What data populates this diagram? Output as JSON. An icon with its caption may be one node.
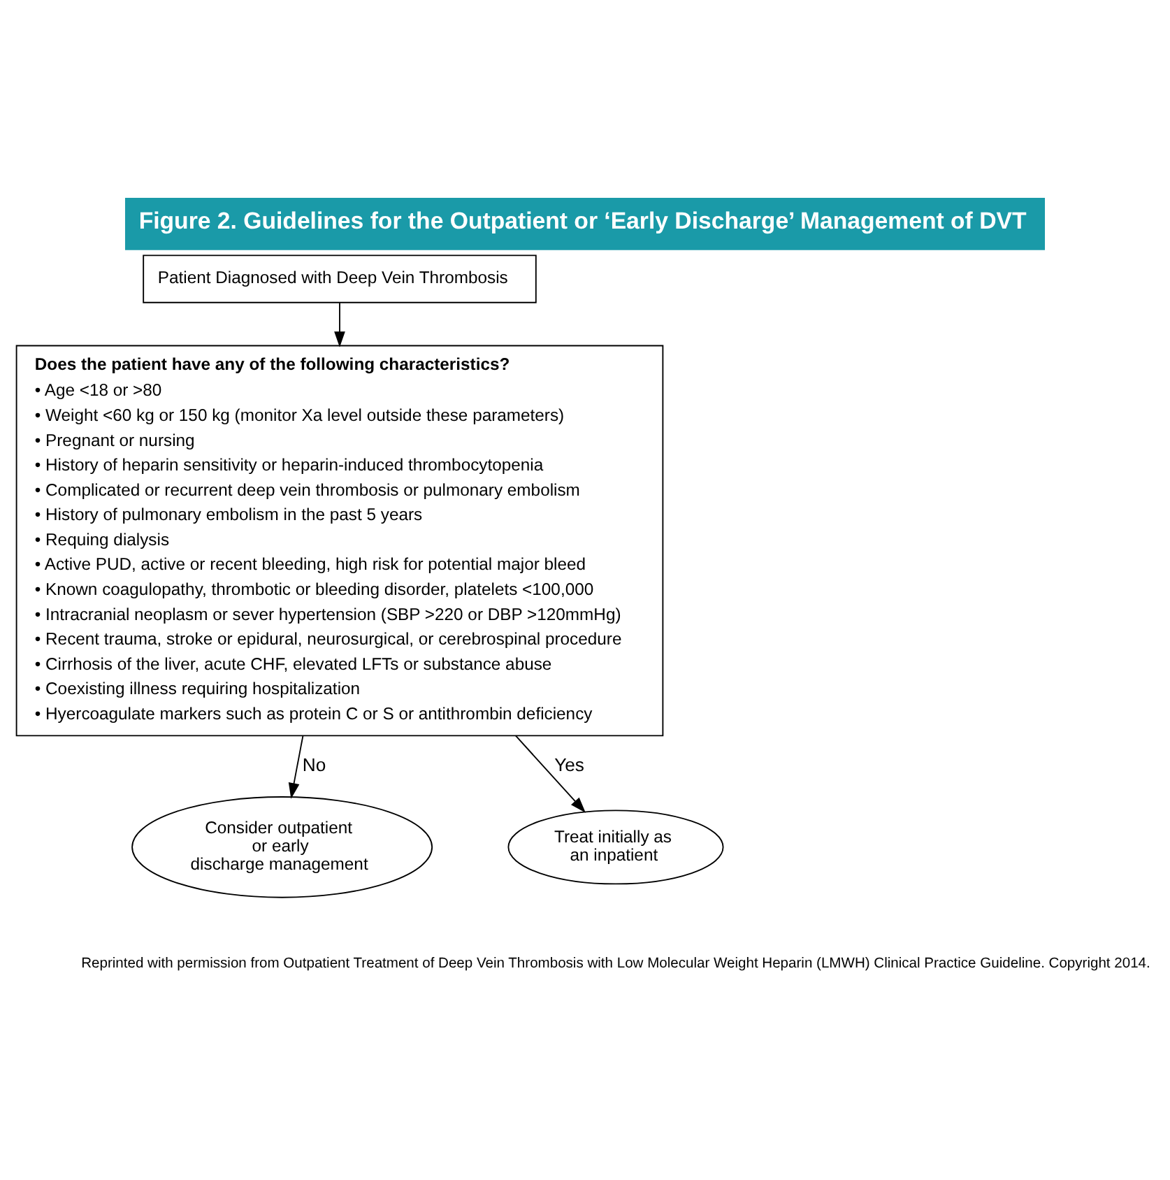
{
  "diagram": {
    "title": "Figure 2. Guidelines for the Outpatient or ‘Early Discharge’ Management of DVT",
    "caption": "Reprinted with permission from Outpatient Treatment of Deep Vein Thrombosis with Low Molecular Weight Heparin (LMWH) Clinical Practice Guideline. Copyright 2014.",
    "nodes": [
      {
        "text": [
          "Patient Diagnosed with Deep Vein Thrombosis"
        ]
      },
      {
        "text": [
          "Does the patient have any of the following characteristics?",
          "• Age <18 or >80",
          "• Weight <60 kg or 150 kg (monitor Xa level outside these parameters)",
          "• Pregnant or nursing",
          "• History of heparin sensitivity or heparin-induced thrombocytopenia",
          "• Complicated or recurrent deep vein thrombosis or pulmonary embolism",
          "• History of pulmonary embolism in the past 5 years",
          "• Requing dialysis",
          "• Active PUD, active or recent bleeding, high risk for potential major bleed",
          "• Known coagulopathy, thrombotic or bleeding disorder, platelets <100,000",
          "• Intracranial neoplasm or sever hypertension (SBP >220 or DBP >120mmHg)",
          "• Recent trauma, stroke or epidural, neurosurgical, or cerebrospinal procedure",
          "• Cirrhosis of the liver, acute CHF, elevated LFTs or substance abuse",
          "• Coexisting illness requiring hospitalization",
          "• Hyercoagulate markers such as protein C or S or antithrombin deficiency"
        ]
      },
      {
        "text": [
          "Consider outpatient or early discharge management"
        ]
      },
      {
        "text": [
          "Treat initially as an inpatient"
        ]
      }
    ],
    "edges": [
      {
        "from": 0,
        "to": 1,
        "arrow": "to"
      },
      {
        "from": 1,
        "to": 2,
        "arrow": "to",
        "label": "No"
      },
      {
        "from": 1,
        "to": 3,
        "arrow": "to",
        "label": "Yes"
      }
    ]
  }
}
